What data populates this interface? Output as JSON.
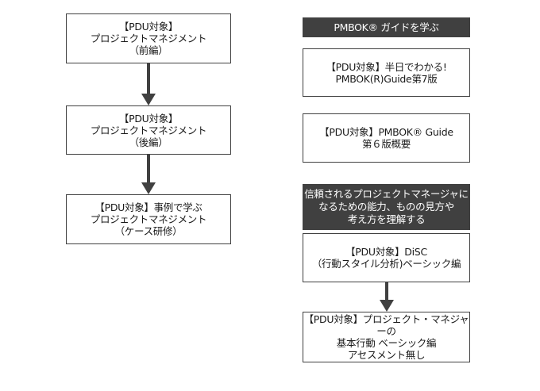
{
  "left_column": {
    "box1": "【PDU対象】\nプロジェクトマネジメント\n（前編）",
    "box2": "【PDU対象】\nプロジェクトマネジメント\n（後編）",
    "box3": "【PDU対象】事例で学ぶ\nプロジェクトマネジメント\n（ケース研修）"
  },
  "right_column": {
    "header1": "PMBOK® ガイドを学ぶ",
    "box_pmbok7": "【PDU対象】半日でわかる!\nPMBOK(R)Guide第7版",
    "box_pmbok6": "【PDU対象】PMBOK® Guide\n第６版概要",
    "header2": "信頼されるプロジェクトマネージャに\nなるための能力、ものの見方や\n考え方を理解する",
    "box_disc": "【PDU対象】DiSC\n（行動スタイル分析)ベーシック編",
    "box_basic": "【PDU対象】プロジェクト・マネジャーの\n基本行動 ベーシック編\nアセスメント無し"
  },
  "colors": {
    "border": "#404040",
    "header_bg": "#404040",
    "header_text": "#ffffff",
    "arrow": "#404040"
  }
}
